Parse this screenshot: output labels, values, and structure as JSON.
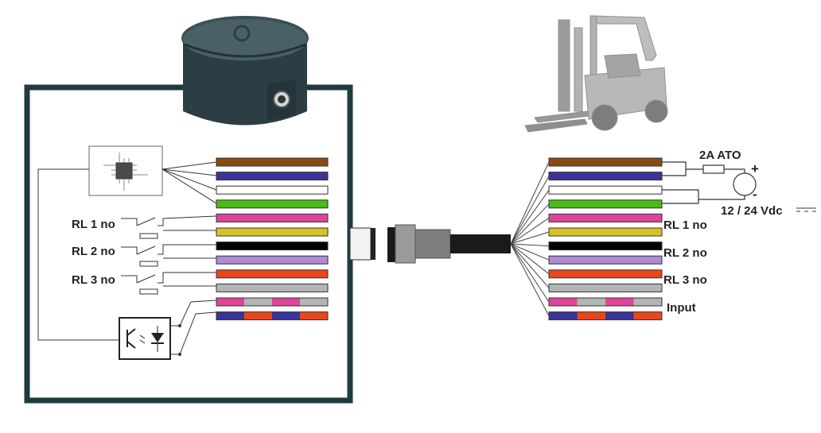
{
  "colors": {
    "frame": "#1f3a40",
    "brown": "#8b4a12",
    "blue": "#3a3399",
    "white": "#ffffff",
    "green": "#4cbb17",
    "pink": "#e0449a",
    "yellow": "#d8c22a",
    "black": "#000000",
    "violet": "#b08ad8",
    "red": "#e8461e",
    "grey": "#b4b4b4",
    "cable": "#1a1a1a"
  },
  "wires": [
    {
      "id": "brown",
      "stripes": [
        "brown"
      ]
    },
    {
      "id": "blue",
      "stripes": [
        "blue"
      ]
    },
    {
      "id": "white",
      "stripes": [
        "white"
      ]
    },
    {
      "id": "green",
      "stripes": [
        "green"
      ]
    },
    {
      "id": "pink",
      "stripes": [
        "pink"
      ]
    },
    {
      "id": "yellow",
      "stripes": [
        "yellow"
      ]
    },
    {
      "id": "black",
      "stripes": [
        "black"
      ]
    },
    {
      "id": "violet",
      "stripes": [
        "violet"
      ]
    },
    {
      "id": "red",
      "stripes": [
        "red"
      ]
    },
    {
      "id": "grey",
      "stripes": [
        "grey"
      ]
    },
    {
      "id": "pink-grey",
      "stripes": [
        "pink",
        "grey",
        "pink",
        "grey"
      ]
    },
    {
      "id": "blue-red",
      "stripes": [
        "blue",
        "red",
        "blue",
        "red"
      ]
    }
  ],
  "relays_left": [
    {
      "label": "RL 1 no"
    },
    {
      "label": "RL 2 no"
    },
    {
      "label": "RL 3 no"
    }
  ],
  "right_labels": {
    "fuse": "2A ATO",
    "plus": "+",
    "minus": "-",
    "supply": "12 / 24 Vdc",
    "rl1": "RL 1 no",
    "rl2": "RL 2 no",
    "rl3": "RL 3 no",
    "input": "Input"
  },
  "icons": [
    "sensor-device-icon",
    "forklift-icon",
    "microchip-icon",
    "optocoupler-icon",
    "connector-icon"
  ]
}
